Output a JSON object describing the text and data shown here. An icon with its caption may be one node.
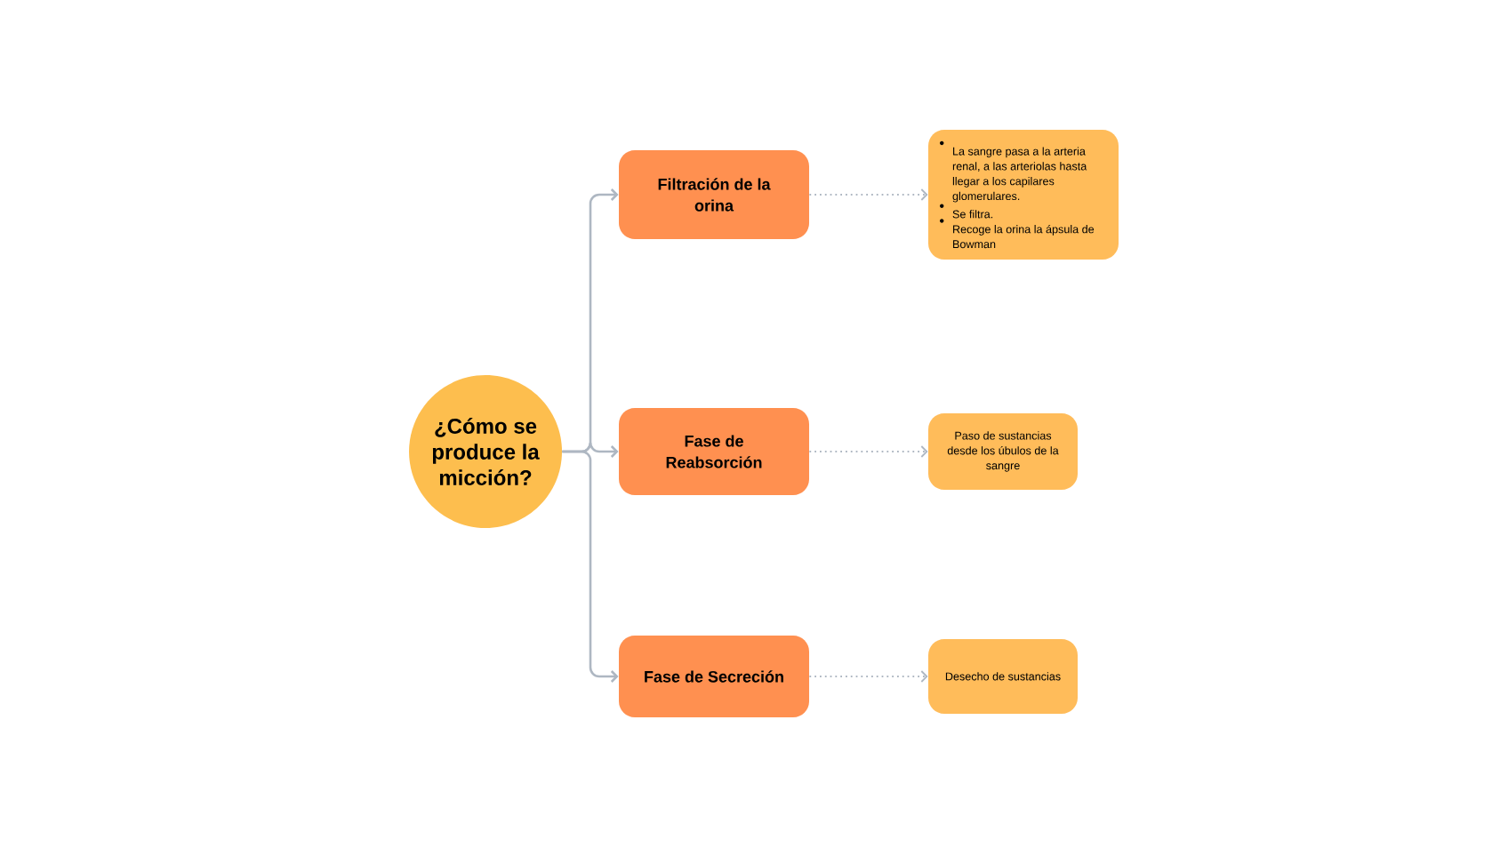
{
  "diagram": {
    "nodes": [
      {
        "text": [
          "¿Cómo se produce la micción?"
        ]
      },
      {
        "text": [
          "Filtración de la orina"
        ]
      },
      {
        "text": [
          "Fase de Reabsorción"
        ]
      },
      {
        "text": [
          "Fase de Secreción"
        ]
      },
      {
        "text": [
          "La sangre pasa a la arteria renal, a las arteriolas hasta llegar a los capilares glomerulares.",
          "Se filtra.",
          "Recoge la orina la ápsula de Bowman"
        ]
      },
      {
        "text": [
          "Paso de sustancias desde los úbulos de la sangre"
        ]
      },
      {
        "text": [
          "Desecho de sustancias"
        ]
      }
    ],
    "edges": [
      {
        "from": 0,
        "to": 1,
        "arrow": "to"
      },
      {
        "from": 0,
        "to": 2,
        "arrow": "to"
      },
      {
        "from": 0,
        "to": 3,
        "arrow": "to"
      },
      {
        "from": 1,
        "to": 4,
        "arrow": "to",
        "style": "dashed"
      },
      {
        "from": 2,
        "to": 5,
        "arrow": "to",
        "style": "dashed"
      },
      {
        "from": 3,
        "to": 6,
        "arrow": "to",
        "style": "dashed"
      }
    ]
  }
}
